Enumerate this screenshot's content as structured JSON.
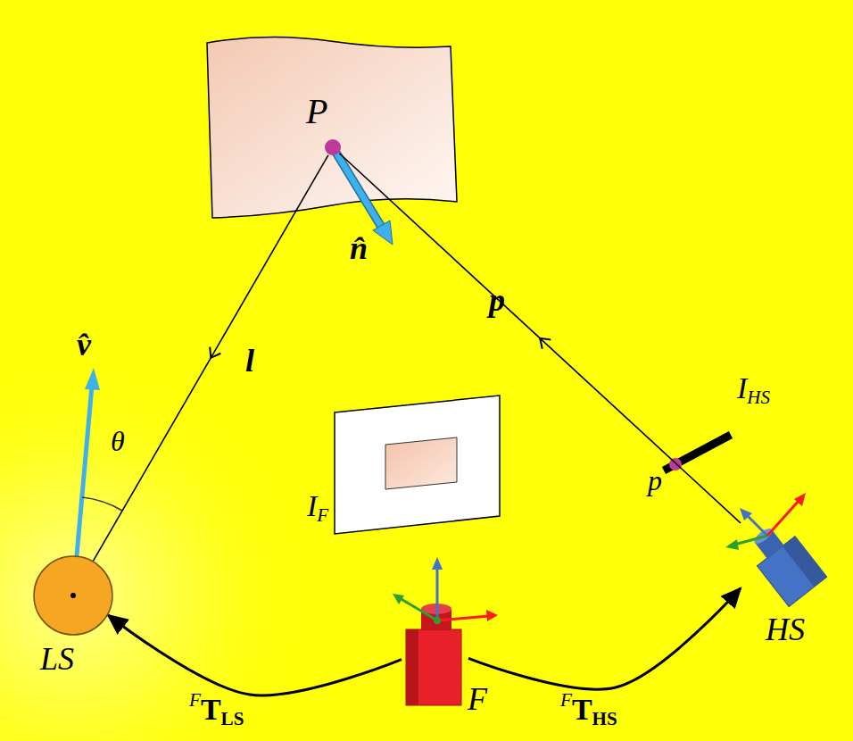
{
  "diagram": {
    "nodes": [
      {
        "text": [
          "P"
        ]
      },
      {
        "text": [
          "LS"
        ]
      },
      {
        "text": [
          "HS"
        ]
      },
      {
        "text": [
          "F"
        ]
      }
    ],
    "edges": [
      {
        "from": 0,
        "to": 1,
        "arrow": "to",
        "label": "l"
      },
      {
        "from": 2,
        "to": 0,
        "arrow": "to",
        "label": "p"
      },
      {
        "from": 3,
        "to": 1,
        "arrow": "to",
        "label": "FTLS"
      },
      {
        "from": 3,
        "to": 2,
        "arrow": "to",
        "label": "FTHS"
      }
    ],
    "labels": [
      "n̂",
      "v̂",
      "θ",
      "p",
      "IHS",
      "IF"
    ]
  }
}
